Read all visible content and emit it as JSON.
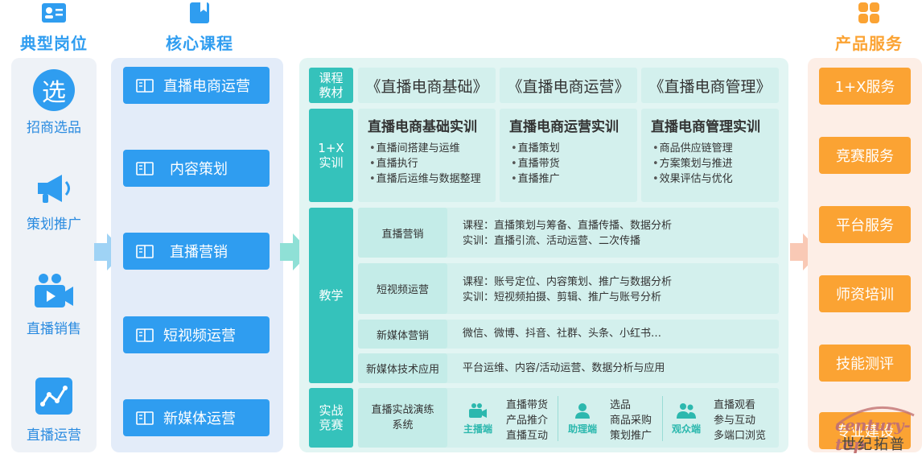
{
  "columns": {
    "jobs_title": "典型岗位",
    "courses_title": "核心课程",
    "services_title": "产品服务"
  },
  "jobs": {
    "badge": "选",
    "items": [
      "招商选品",
      "策划推广",
      "直播销售",
      "直播运营"
    ]
  },
  "courses": [
    "直播电商运营",
    "内容策划",
    "直播营销",
    "短视频运营",
    "新媒体运营"
  ],
  "curriculum": {
    "textbook_label": "课程\n教材",
    "books": [
      "《直播电商基础》",
      "《直播电商运营》",
      "《直播电商管理》"
    ],
    "training_label": "1+X\n实训",
    "trainings": [
      {
        "title": "直播电商基础实训",
        "items": [
          "直播间搭建与运维",
          "直播执行",
          "直播后运维与数据整理"
        ]
      },
      {
        "title": "直播电商运营实训",
        "items": [
          "直播策划",
          "直播带货",
          "直播推广"
        ]
      },
      {
        "title": "直播电商管理实训",
        "items": [
          "商品供应链管理",
          "方案策划与推进",
          "效果评估与优化"
        ]
      }
    ],
    "teaching_label": "教学",
    "teaching_rows": [
      {
        "name": "直播营销",
        "lines": [
          "课程：直播策划与筹备、直播传播、数据分析",
          "实训：直播引流、活动运营、二次传播"
        ]
      },
      {
        "name": "短视频运营",
        "lines": [
          "课程：账号定位、内容策划、推广与数据分析",
          "实训：短视频拍摄、剪辑、推广与账号分析"
        ]
      },
      {
        "name": "新媒体营销",
        "lines": [
          "微信、微博、抖音、社群、头条、小红书…"
        ]
      },
      {
        "name": "新媒体技术应用",
        "lines": [
          "平台运维、内容/活动运营、数据分析与应用"
        ]
      }
    ],
    "practice_label": "实战\n竞赛",
    "practice_system": "直播实战演练\n系统",
    "roles": [
      {
        "name": "主播端",
        "icon": "camera-icon",
        "items": [
          "直播带货",
          "产品推介",
          "直播互动"
        ]
      },
      {
        "name": "助理端",
        "icon": "user-icon",
        "items": [
          "选品",
          "商品采购",
          "策划推广"
        ]
      },
      {
        "name": "观众端",
        "icon": "users-icon",
        "items": [
          "直播观看",
          "参与互动",
          "多端口浏览"
        ]
      }
    ]
  },
  "services": [
    "1+X服务",
    "竞赛服务",
    "平台服务",
    "师资培训",
    "技能测评",
    "专业建设"
  ],
  "watermark": {
    "line1": "century-top",
    "line2": "世纪拓普"
  },
  "colors": {
    "blue": "#2f9df0",
    "teal": "#35c2bb",
    "orange": "#fba333"
  }
}
